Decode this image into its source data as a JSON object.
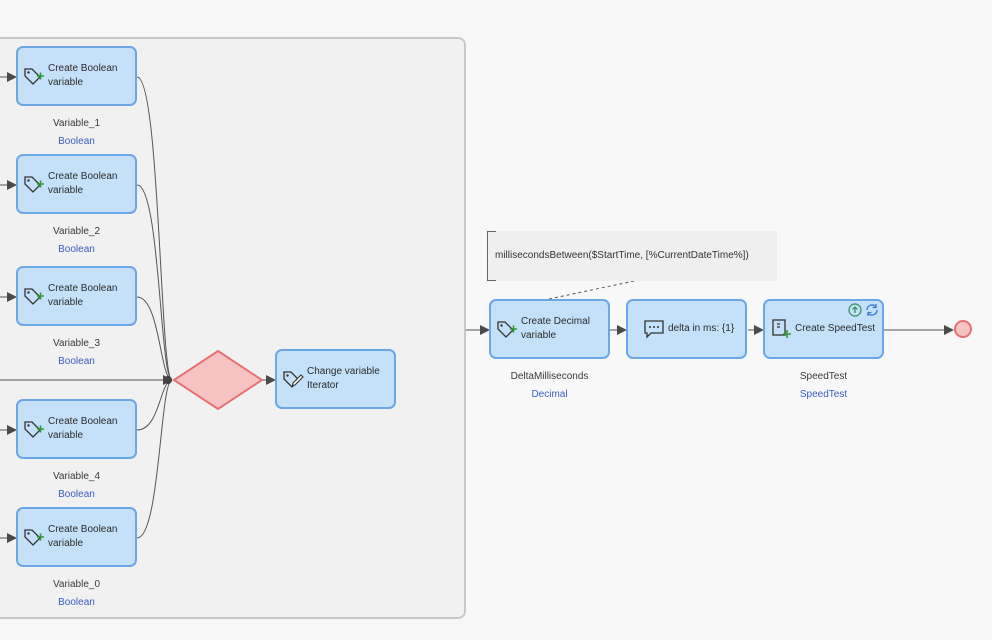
{
  "loop": {
    "create_boolean_activities": [
      {
        "label_line1": "Create Boolean",
        "label_line2": "variable",
        "name": "Variable_1",
        "type": "Boolean"
      },
      {
        "label_line1": "Create Boolean",
        "label_line2": "variable",
        "name": "Variable_2",
        "type": "Boolean"
      },
      {
        "label_line1": "Create Boolean",
        "label_line2": "variable",
        "name": "Variable_3",
        "type": "Boolean"
      },
      {
        "label_line1": "Create Boolean",
        "label_line2": "variable",
        "name": "Variable_4",
        "type": "Boolean"
      },
      {
        "label_line1": "Create Boolean",
        "label_line2": "variable",
        "name": "Variable_0",
        "type": "Boolean"
      }
    ],
    "change_variable": {
      "label_line1": "Change variable",
      "label_line2": "Iterator"
    }
  },
  "annotation": {
    "text": "millisecondsBetween($StartTime, [%CurrentDateTime%])"
  },
  "flow": {
    "create_decimal": {
      "label_line1": "Create Decimal",
      "label_line2": "variable",
      "name": "DeltaMilliseconds",
      "type": "Decimal"
    },
    "log_message": {
      "label": "delta in ms: {1}"
    },
    "create_object": {
      "label": "Create SpeedTest",
      "name": "SpeedTest",
      "type": "SpeedTest"
    }
  },
  "colors": {
    "activity_fill": "#c5e0f9",
    "activity_border": "#6ba7e6",
    "merge_fill": "#f7c2c2",
    "merge_border": "#e57272",
    "type_text": "#3b5cc4"
  }
}
